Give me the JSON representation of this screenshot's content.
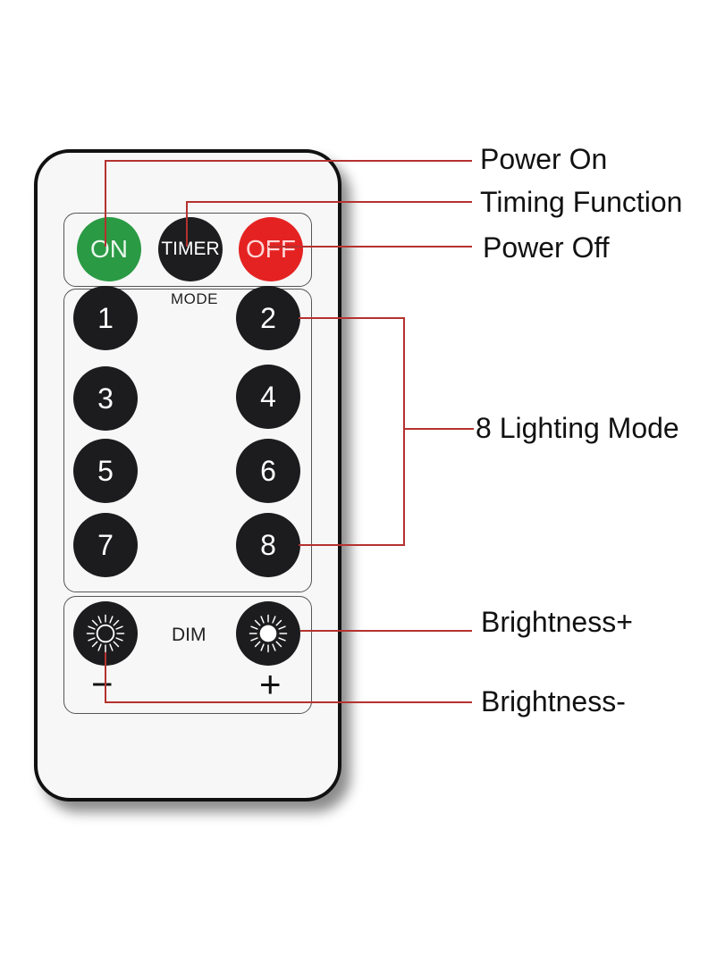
{
  "remote": {
    "top_buttons": [
      {
        "label": "ON",
        "color": "#2a9a44"
      },
      {
        "label": "TIMER",
        "color": "#1d1d1f"
      },
      {
        "label": "OFF",
        "color": "#e52222"
      }
    ],
    "mode_label": "MODE",
    "mode_buttons": [
      "1",
      "2",
      "3",
      "4",
      "5",
      "6",
      "7",
      "8"
    ],
    "dim_label": "DIM",
    "dim_minus_symbol": "−",
    "dim_plus_symbol": "+",
    "icons": [
      "sun-dim-icon",
      "sun-bright-icon"
    ]
  },
  "callouts": {
    "power_on": "Power On",
    "timing_function": "Timing Function",
    "power_off": "Power Off",
    "lighting_mode": "8 Lighting Mode",
    "brightness_plus": "Brightness+",
    "brightness_minus": "Brightness-"
  },
  "colors": {
    "leader_line": "#b5322f",
    "on": "#2a9a44",
    "off": "#e52222",
    "button": "#1c1c1e"
  }
}
